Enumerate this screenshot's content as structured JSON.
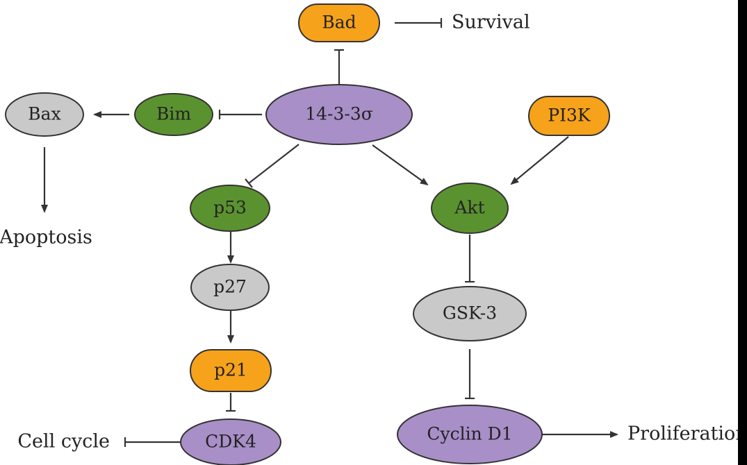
{
  "colors": {
    "orange": "#f7a21b",
    "green": "#5b9230",
    "purple": "#a98fc8",
    "gray": "#c9c9c9"
  },
  "nodes": {
    "bad": {
      "label": "Bad",
      "color": "orange"
    },
    "sigma": {
      "label": "14-3-3σ",
      "color": "purple"
    },
    "bim": {
      "label": "Bim",
      "color": "green"
    },
    "bax": {
      "label": "Bax",
      "color": "gray"
    },
    "pi3k": {
      "label": "PI3K",
      "color": "orange"
    },
    "p53": {
      "label": "p53",
      "color": "green"
    },
    "akt": {
      "label": "Akt",
      "color": "green"
    },
    "p27": {
      "label": "p27",
      "color": "gray"
    },
    "gsk3": {
      "label": "GSK-3",
      "color": "gray"
    },
    "p21": {
      "label": "p21",
      "color": "orange"
    },
    "cdk4": {
      "label": "CDK4",
      "color": "purple"
    },
    "cyclind1": {
      "label": "Cyclin D1",
      "color": "purple"
    }
  },
  "outcomes": {
    "survival": "Survival",
    "apoptosis": "Apoptosis",
    "cell_cycle": "Cell cycle",
    "proliferation": "Proliferation"
  },
  "edges": [
    {
      "from": "sigma",
      "to": "bad",
      "type": "inhibits"
    },
    {
      "from": "bad",
      "to": "survival",
      "type": "inhibits"
    },
    {
      "from": "sigma",
      "to": "bim",
      "type": "inhibits"
    },
    {
      "from": "bim",
      "to": "bax",
      "type": "activates"
    },
    {
      "from": "bax",
      "to": "apoptosis",
      "type": "activates"
    },
    {
      "from": "sigma",
      "to": "p53",
      "type": "inhibits"
    },
    {
      "from": "sigma",
      "to": "akt",
      "type": "activates"
    },
    {
      "from": "pi3k",
      "to": "akt",
      "type": "activates"
    },
    {
      "from": "p53",
      "to": "p27",
      "type": "activates"
    },
    {
      "from": "p27",
      "to": "p21",
      "type": "activates"
    },
    {
      "from": "p21",
      "to": "cdk4",
      "type": "inhibits"
    },
    {
      "from": "cdk4",
      "to": "cell_cycle",
      "type": "inhibits"
    },
    {
      "from": "akt",
      "to": "gsk3",
      "type": "inhibits"
    },
    {
      "from": "gsk3",
      "to": "cyclind1",
      "type": "inhibits"
    },
    {
      "from": "cyclind1",
      "to": "proliferation",
      "type": "activates"
    }
  ]
}
